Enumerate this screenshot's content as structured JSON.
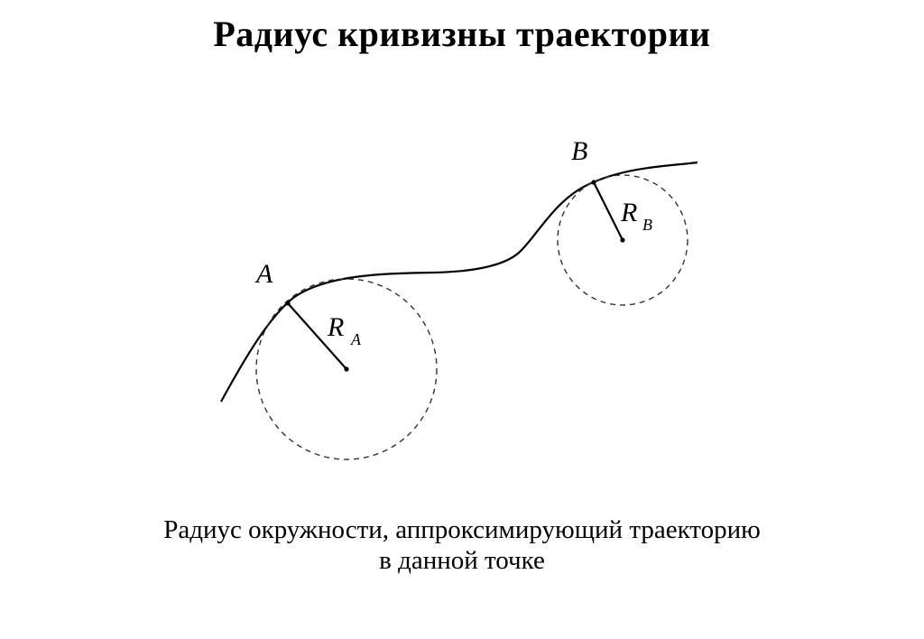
{
  "title": "Радиус кривизны траектории",
  "labels": {
    "point_a": "A",
    "point_b": "B",
    "radius_a": "R",
    "radius_a_sub": "A",
    "radius_b": "R",
    "radius_b_sub": "B"
  },
  "caption": {
    "line1": "Радиус окружности, аппроксимирующий траекторию",
    "line2": "в данной точке"
  }
}
